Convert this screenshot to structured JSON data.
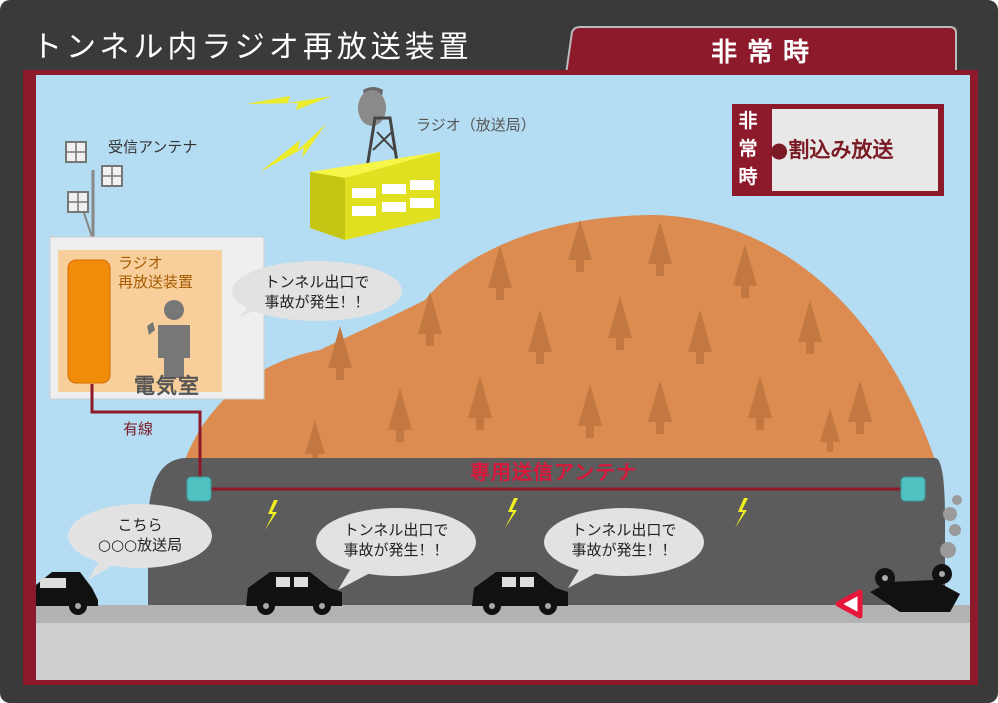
{
  "header": {
    "title": "トンネル内ラジオ再放送装置",
    "mode_tab": "非常時"
  },
  "labels": {
    "receiving_antenna": "受信アンテナ",
    "radio_station": "ラジオ（放送局）",
    "rebroadcast_device_line1": "ラジオ",
    "rebroadcast_device_line2": "再放送装置",
    "electric_room": "電気室",
    "wired": "有線",
    "dedicated_antenna": "専用送信アンテナ"
  },
  "emergency_badge": {
    "vertical": [
      "非",
      "常",
      "時"
    ],
    "message": "●割込み放送"
  },
  "bubbles": {
    "operator_line1": "トンネル出口で",
    "operator_line2": "事故が発生！！",
    "car1_line1": "こちら",
    "car1_line2": "○○○放送局",
    "car2_line1": "トンネル出口で",
    "car2_line2": "事故が発生！！",
    "car3_line1": "トンネル出口で",
    "car3_line2": "事故が発生！！"
  },
  "colors": {
    "frame": "#3a3a3a",
    "accent": "#8c1a2b",
    "sky": "#b4dcf2",
    "mountain": "#dc8c50",
    "tunnel": "#5c5c5c",
    "road": "#cfcfcf"
  }
}
